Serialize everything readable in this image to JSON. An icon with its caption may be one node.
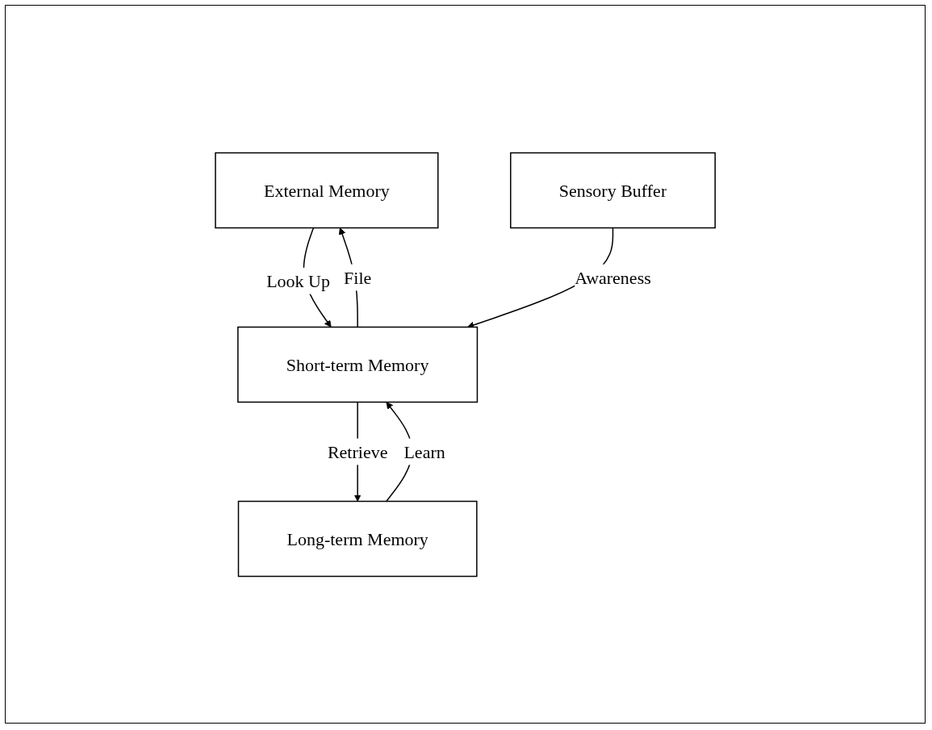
{
  "diagram": {
    "nodes": [
      {
        "text": [
          "External Memory"
        ]
      },
      {
        "text": [
          "Short-term Memory"
        ]
      },
      {
        "text": [
          "Long-term Memory"
        ]
      },
      {
        "text": [
          "Sensory Buffer"
        ]
      }
    ],
    "edges": [
      {
        "from": 0,
        "to": 1,
        "arrow": "to",
        "label": "Look Up"
      },
      {
        "from": 1,
        "to": 0,
        "arrow": "to",
        "label": "File"
      },
      {
        "from": 1,
        "to": 2,
        "arrow": "to",
        "label": "Retrieve"
      },
      {
        "from": 2,
        "to": 1,
        "arrow": "to",
        "label": "Learn"
      },
      {
        "from": 3,
        "to": 1,
        "arrow": "to",
        "label": "Awareness"
      }
    ]
  }
}
